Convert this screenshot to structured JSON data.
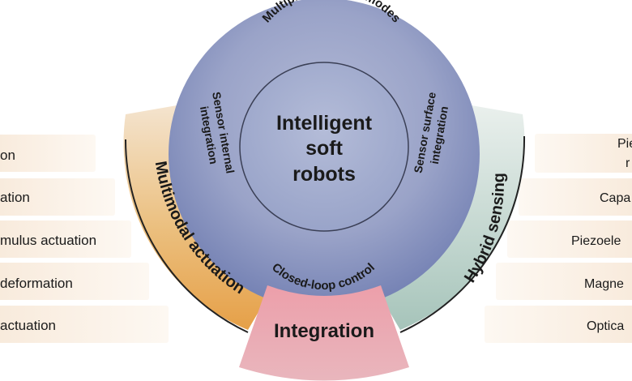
{
  "center": {
    "lines": [
      "Intelligent",
      "soft",
      "robots"
    ]
  },
  "ring": {
    "top": "Multiple actuation modes",
    "left": [
      "Sensor internal",
      "integration"
    ],
    "right": [
      "Sensor surface",
      "integration"
    ],
    "bottom": "Closed-loop control"
  },
  "segments": {
    "left": "Multimodal actuation",
    "right": "Hybrid sensing",
    "bottom": "Integration"
  },
  "left_list": [
    "on",
    "ation",
    "mulus actuation",
    "deformation",
    "actuation"
  ],
  "right_list": [
    "Pie\nr",
    "Capa",
    "Piezoele",
    "Magne",
    "Optica"
  ],
  "colors": {
    "ring": "#8f9cc4",
    "inner_circle": "#a4aed0",
    "left_segment": "#e7aa55",
    "right_segment": "#b8cfc7",
    "bottom_segment": "#e48e9c",
    "list_box": "#fbf3ea"
  }
}
